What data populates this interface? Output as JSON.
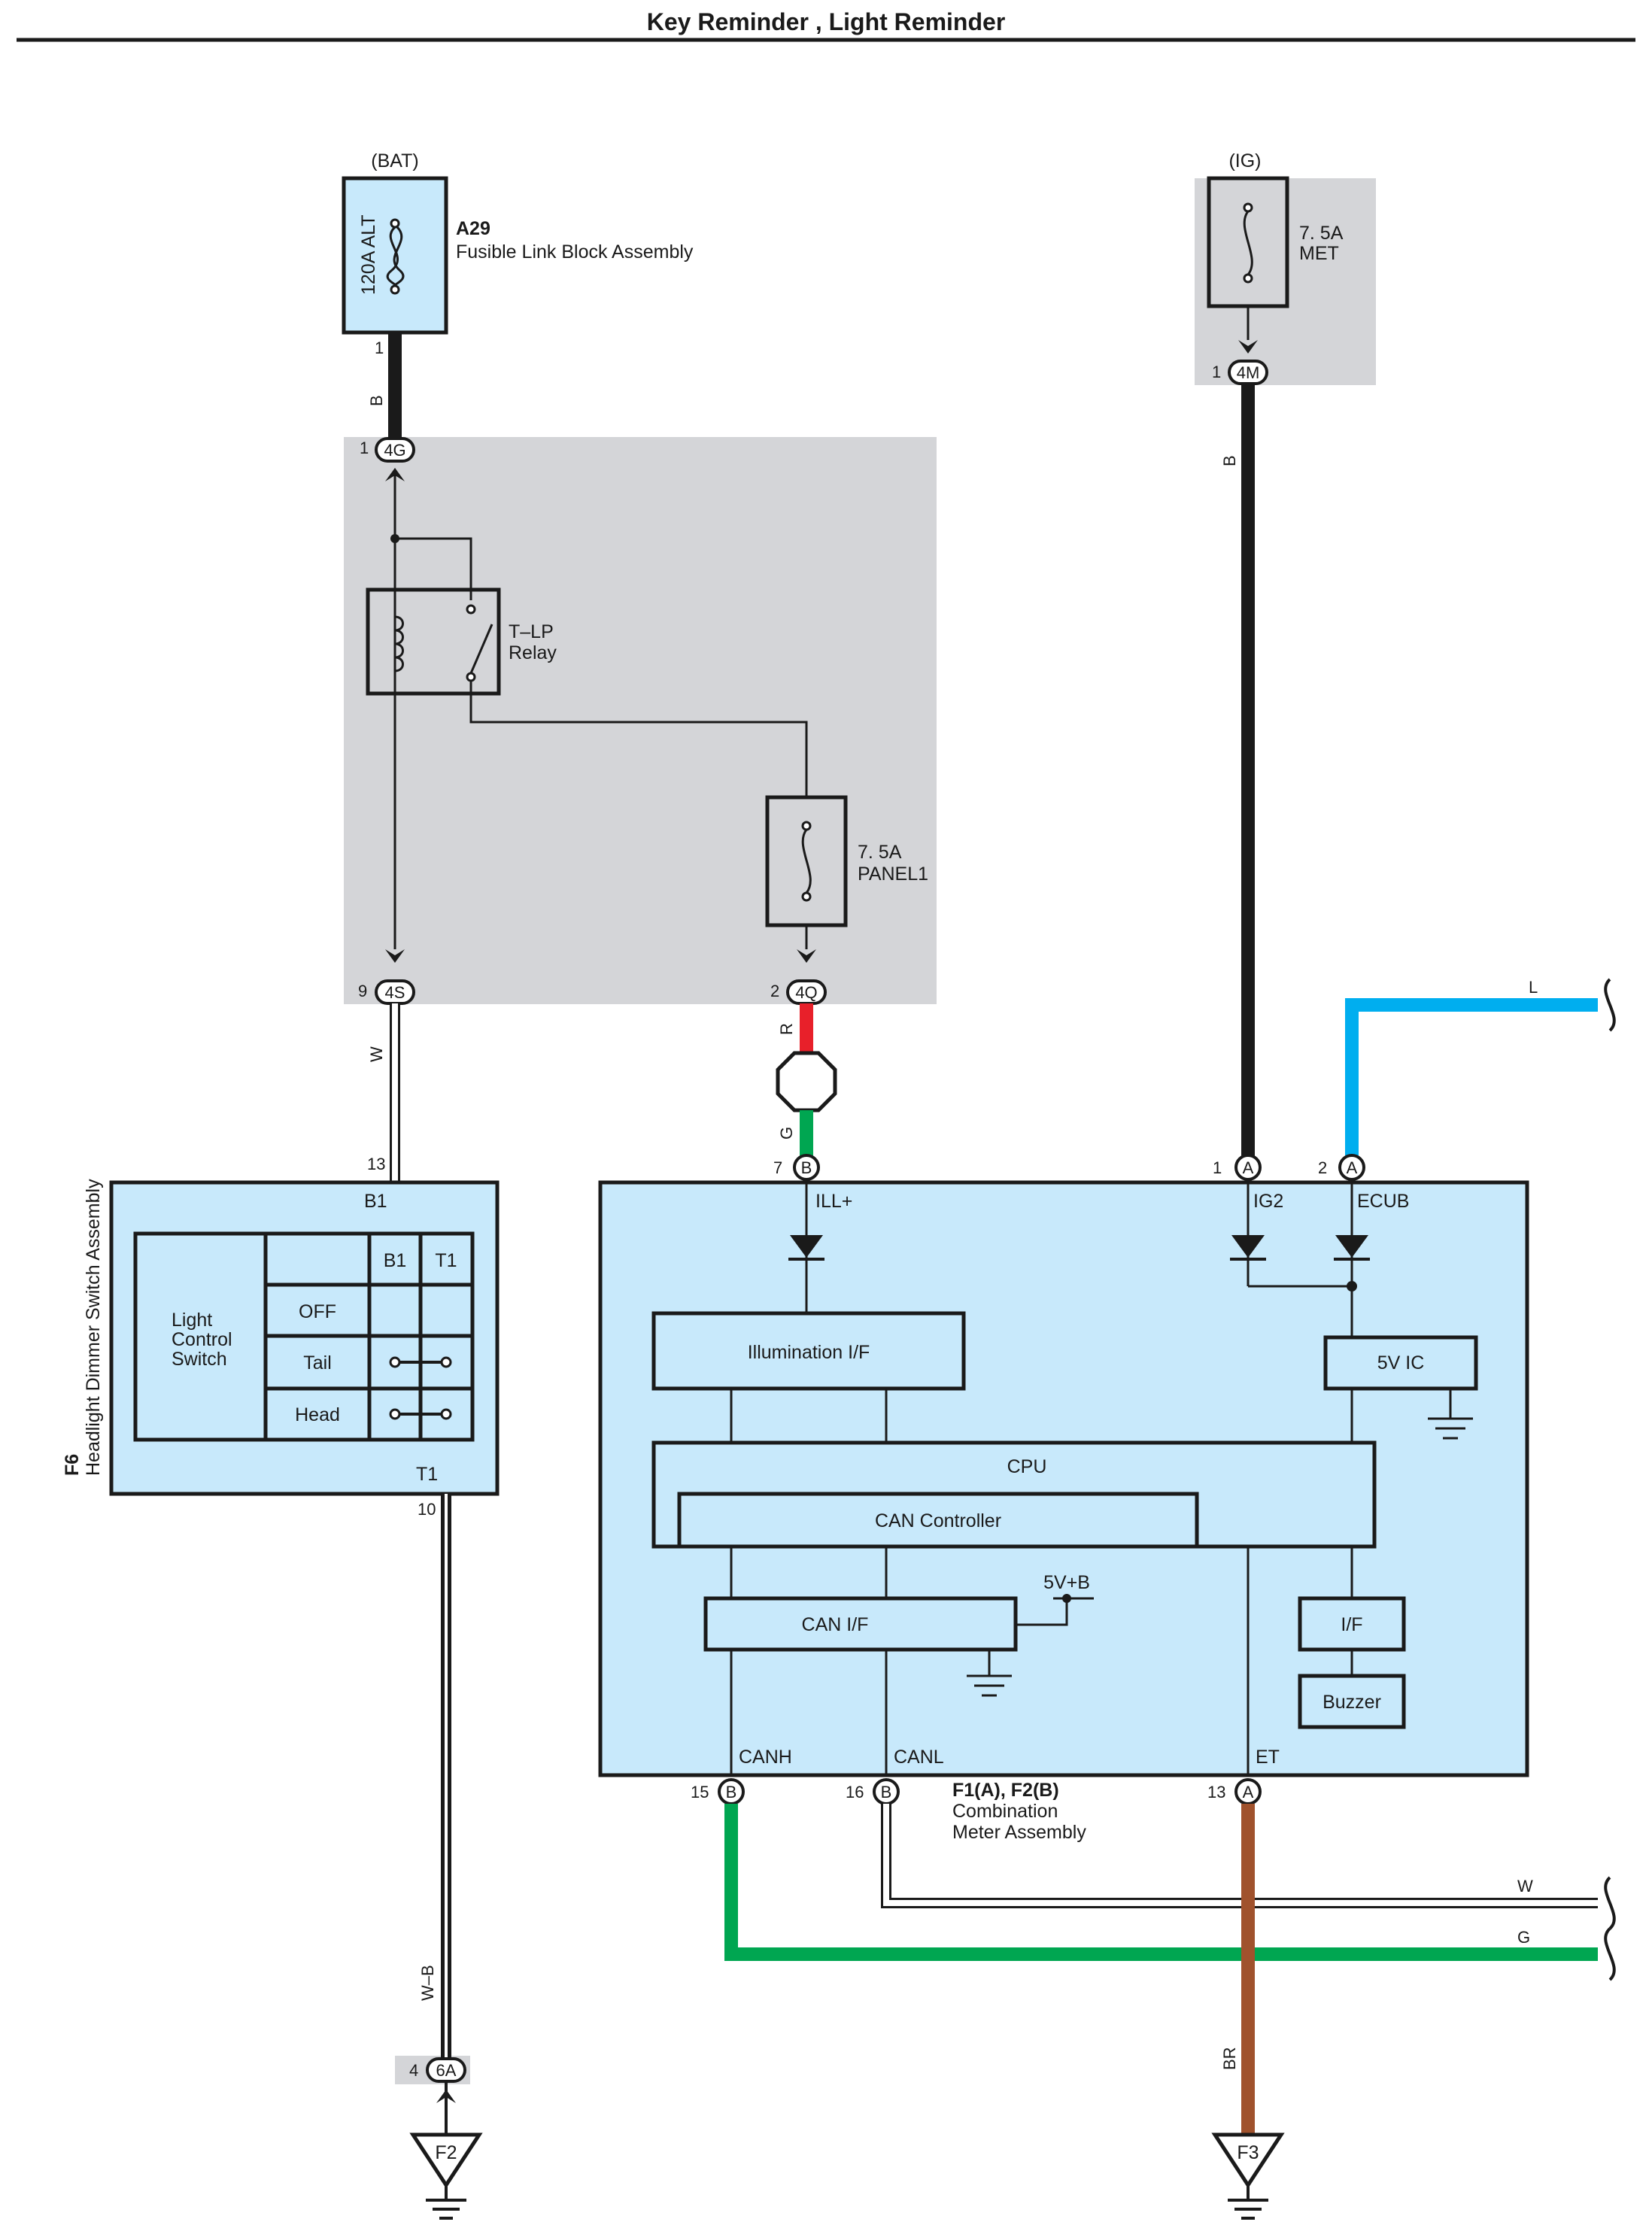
{
  "title": "Key Reminder , Light Reminder",
  "colors": {
    "box_fill": "#c8e9fb",
    "gray_block": "#d4d5d8",
    "wire_black": "#1a1a1a",
    "wire_red": "#e8202a",
    "wire_green": "#00a651",
    "wire_blue": "#00aeef",
    "wire_brown": "#a0522d",
    "wire_white": "#ffffff"
  },
  "power": {
    "bat_label": "(BAT)",
    "ig_label": "(IG)"
  },
  "fusible_link": {
    "code": "A29",
    "name": "Fusible Link Block Assembly",
    "fuse_label": "120A ALT",
    "pin": "1",
    "wire_color": "B"
  },
  "junction_block": {
    "relay_line1": "T–LP",
    "relay_line2": "Relay",
    "panel_fuse_line1": "7. 5A",
    "panel_fuse_line2": "PANEL1",
    "conn_4g_pin": "1",
    "conn_4g_id": "4G",
    "conn_4s_pin": "9",
    "conn_4s_id": "4S",
    "conn_4q_pin": "2",
    "conn_4q_id": "4Q"
  },
  "met_fuse": {
    "line1": "7. 5A",
    "line2": "MET",
    "conn_pin": "1",
    "conn_id": "4M",
    "wire_color": "B"
  },
  "wires": {
    "w_headlight": "W",
    "r_panel": "R",
    "g_panel": "G",
    "l_ecub": "L",
    "w_canl": "W",
    "g_canh": "G",
    "wb_ground": "W–B",
    "br_ground": "BR"
  },
  "headlight_switch": {
    "code": "F6",
    "name": "Headlight Dimmer Switch Assembly",
    "top_pin": "13",
    "top_terminal": "B1",
    "bottom_terminal": "T1",
    "bottom_pin": "10",
    "table_label_line1": "Light",
    "table_label_line2": "Control",
    "table_label_line3": "Switch",
    "col_b1": "B1",
    "col_t1": "T1",
    "row_off": "OFF",
    "row_tail": "Tail",
    "row_head": "Head"
  },
  "meter": {
    "code": "F1(A), F2(B)",
    "name_line1": "Combination",
    "name_line2": "Meter Assembly",
    "pin_ill_num": "7",
    "pin_ill_conn": "B",
    "pin_ill_label": "ILL+",
    "pin_ig2_num": "1",
    "pin_ig2_conn": "A",
    "pin_ig2_label": "IG2",
    "pin_ecub_num": "2",
    "pin_ecub_conn": "A",
    "pin_ecub_label": "ECUB",
    "illumination": "Illumination I/F",
    "cpu": "CPU",
    "can_controller": "CAN Controller",
    "can_if": "CAN I/F",
    "vref": "5V+B",
    "ic5v": "5V IC",
    "if_block": "I/F",
    "buzzer": "Buzzer",
    "pin_canh_num": "15",
    "pin_canh_conn": "B",
    "pin_canh_label": "CANH",
    "pin_canl_num": "16",
    "pin_canl_conn": "B",
    "pin_canl_label": "CANL",
    "pin_et_num": "13",
    "pin_et_conn": "A",
    "pin_et_label": "ET"
  },
  "grounds": {
    "f2_pin": "4",
    "f2_conn": "6A",
    "f2_label": "F2",
    "f3_label": "F3"
  }
}
